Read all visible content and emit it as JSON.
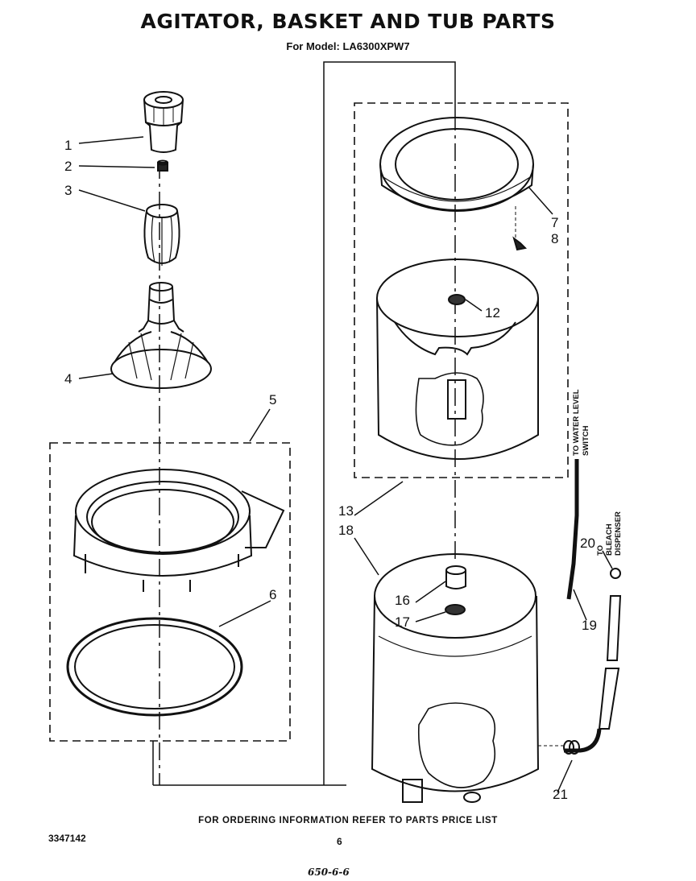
{
  "header": {
    "title": "AGITATOR, BASKET AND TUB PARTS",
    "model_line": "For Model: LA6300XPW7"
  },
  "callouts": {
    "p1": "1",
    "p2": "2",
    "p3": "3",
    "p4": "4",
    "p5": "5",
    "p6": "6",
    "p7": "7",
    "p8": "8",
    "p12": "12",
    "p13": "13",
    "p16": "16",
    "p17": "17",
    "p18": "18",
    "p19": "19",
    "p20": "20",
    "p21": "21"
  },
  "side_labels": {
    "water_level": [
      "TO WATER LEVEL",
      "SWITCH"
    ],
    "bleach": [
      "TO",
      "BLEACH",
      "DISPENSER"
    ]
  },
  "footer": {
    "ordering_note": "FOR ORDERING INFORMATION REFER TO PARTS PRICE LIST",
    "doc_number": "3347142",
    "page_number": "6",
    "handwritten": "650-6-6"
  }
}
